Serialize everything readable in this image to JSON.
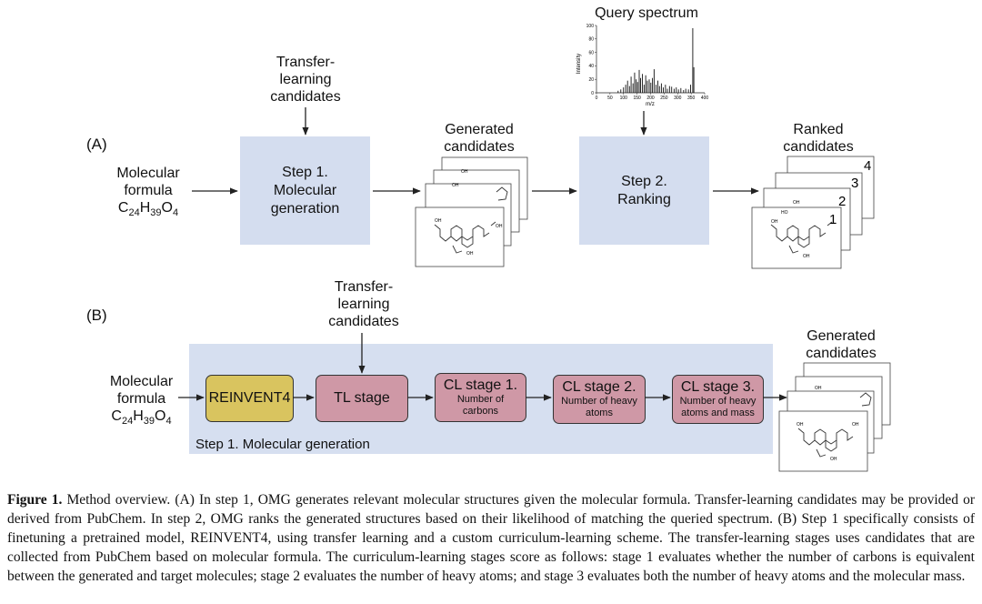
{
  "panel_a": {
    "label": "(A)",
    "input_line1": "Molecular",
    "input_line2": "formula",
    "formula": {
      "c": "C",
      "c_n": "24",
      "h": "H",
      "h_n": "39",
      "o": "O",
      "o_n": "4"
    },
    "tl_line1": "Transfer-",
    "tl_line2": "learning",
    "tl_line3": "candidates",
    "step1_line1": "Step 1.",
    "step1_line2": "Molecular",
    "step1_line3": "generation",
    "gen_line1": "Generated",
    "gen_line2": "candidates",
    "query_title": "Query spectrum",
    "step2_line1": "Step 2.",
    "step2_line2": "Ranking",
    "ranked_line1": "Ranked",
    "ranked_line2": "candidates",
    "ranks": [
      "1",
      "2",
      "3",
      "4"
    ]
  },
  "chart_data": {
    "type": "bar",
    "title": "Query spectrum",
    "xlabel": "m/z",
    "ylabel": "Intensity",
    "xlim": [
      0,
      400
    ],
    "ylim": [
      0,
      100
    ],
    "xticks": [
      "0",
      "50",
      "100",
      "150",
      "200",
      "250",
      "300",
      "350",
      "400"
    ],
    "yticks": [
      "0",
      "20",
      "40",
      "60",
      "80",
      "100"
    ],
    "x": [
      80,
      90,
      100,
      108,
      115,
      122,
      128,
      135,
      141,
      147,
      152,
      158,
      163,
      170,
      176,
      182,
      188,
      195,
      201,
      207,
      213,
      220,
      227,
      233,
      240,
      247,
      255,
      262,
      270,
      278,
      287,
      295,
      303,
      312,
      322,
      330,
      340,
      348,
      356,
      360
    ],
    "values": [
      3,
      5,
      8,
      12,
      18,
      10,
      24,
      14,
      30,
      20,
      16,
      34,
      22,
      28,
      12,
      26,
      18,
      20,
      15,
      22,
      35,
      12,
      18,
      10,
      14,
      8,
      12,
      6,
      10,
      9,
      6,
      8,
      5,
      7,
      4,
      6,
      5,
      12,
      96,
      38
    ]
  },
  "panel_b": {
    "label": "(B)",
    "input_line1": "Molecular",
    "input_line2": "formula",
    "formula": {
      "c": "C",
      "c_n": "24",
      "h": "H",
      "h_n": "39",
      "o": "O",
      "o_n": "4"
    },
    "tl_line1": "Transfer-",
    "tl_line2": "learning",
    "tl_line3": "candidates",
    "reinvent": "REINVENT4",
    "tl_stage": "TL stage",
    "cl1_title": "CL stage 1.",
    "cl1_sub1": "Number of",
    "cl1_sub2": "carbons",
    "cl2_title": "CL stage 2.",
    "cl2_sub1": "Number of heavy",
    "cl2_sub2": "atoms",
    "cl3_title": "CL stage 3.",
    "cl3_sub1": "Number of heavy",
    "cl3_sub2": "atoms and mass",
    "step_label": "Step 1. Molecular generation",
    "gen_line1": "Generated",
    "gen_line2": "candidates"
  },
  "caption": {
    "label": "Figure 1.",
    "text": "Method overview. (A) In step 1, OMG generates relevant molecular structures given the molecular formula. Transfer-learning candidates may be provided or derived from PubChem. In step 2, OMG ranks the generated structures based on their likelihood of matching the queried spectrum. (B) Step 1 specifically consists of finetuning a pretrained model, REINVENT4, using transfer learning and a custom curriculum-learning scheme. The transfer-learning stages uses candidates that are collected from PubChem based on molecular formula. The curriculum-learning stages score as follows: stage 1 evaluates whether the number of carbons is equivalent between the generated and target molecules; stage 2 evaluates the number of heavy atoms; and stage 3 evaluates both the number of heavy atoms and the molecular mass."
  },
  "mol_labels": {
    "oh": "OH",
    "ho": "HO",
    "o": "O"
  }
}
